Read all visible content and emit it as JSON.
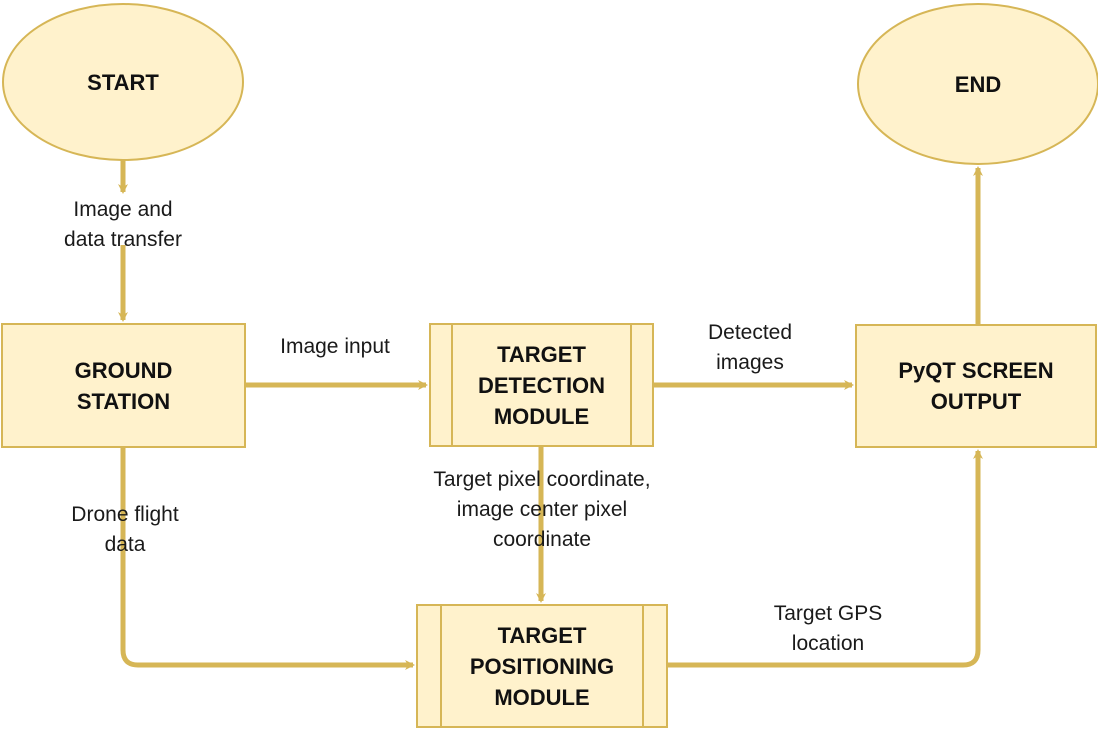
{
  "colors": {
    "node_fill": "#fff2cc",
    "node_stroke": "#d6b656",
    "arrow": "#d6b656",
    "text": "#111111"
  },
  "nodes": {
    "start": {
      "label": "START",
      "shape": "ellipse"
    },
    "end": {
      "label": "END",
      "shape": "ellipse"
    },
    "ground_station": {
      "label": "GROUND\nSTATION",
      "shape": "rectangle"
    },
    "target_detection": {
      "label": "TARGET\nDETECTION\nMODULE",
      "shape": "process"
    },
    "pyqt_output": {
      "label": "PyQT SCREEN\nOUTPUT",
      "shape": "rectangle"
    },
    "target_positioning": {
      "label": "TARGET\nPOSITIONING\nMODULE",
      "shape": "process"
    }
  },
  "edges": {
    "start_to_ground": {
      "label": "Image and\ndata transfer"
    },
    "ground_to_detection": {
      "label": "Image input"
    },
    "detection_to_output": {
      "label": "Detected\nimages"
    },
    "output_to_end": {
      "label": ""
    },
    "detection_to_positioning": {
      "label": "Target pixel coordinate,\nimage center pixel\ncoordinate"
    },
    "ground_to_positioning": {
      "label": "Drone flight\ndata"
    },
    "positioning_to_output": {
      "label": "Target GPS\nlocation"
    }
  }
}
